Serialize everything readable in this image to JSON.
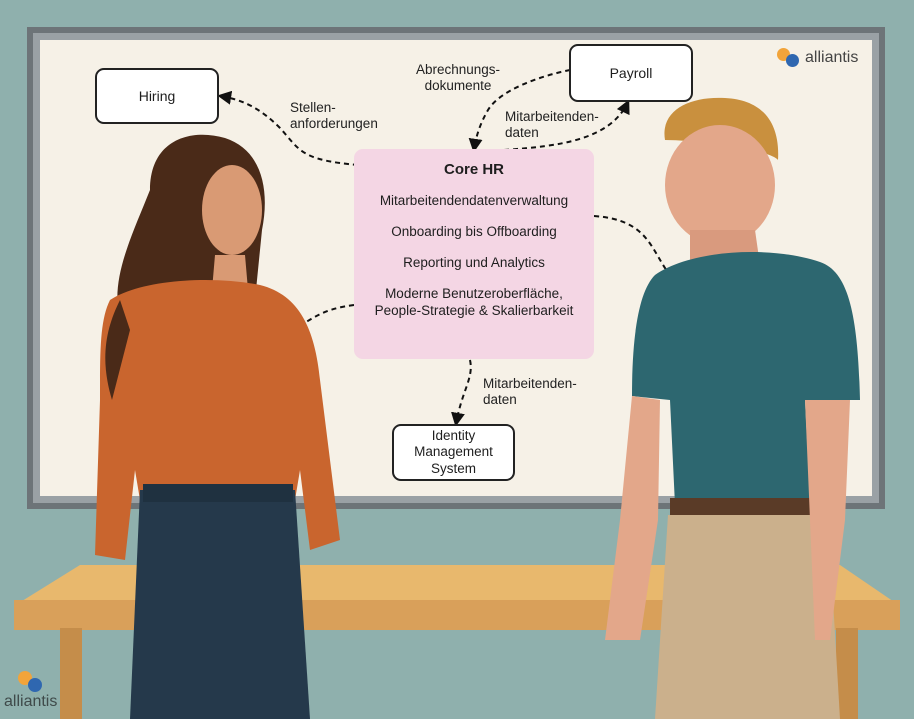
{
  "diagram": {
    "core": {
      "title": "Core HR",
      "items": [
        "Mitarbeitendendatenverwaltung",
        "Onboarding bis Offboarding",
        "Reporting und Analytics",
        "Moderne Benutzeroberfläche,\nPeople-Strategie & Skalierbarkeit"
      ]
    },
    "nodes": {
      "hiring": "Hiring",
      "payroll": "Payroll",
      "identity": "Identity\nManagement\nSystem"
    },
    "edges": {
      "hiring": "Stellen-\nanforderungen",
      "payroll_in": "Abrechnungs-\ndokumente",
      "payroll_out": "Mitarbeitenden-\ndaten",
      "identity": "Mitarbeitenden-\ndaten"
    }
  },
  "brand": {
    "name": "alliantis",
    "colors": {
      "orange": "#f2a43a",
      "blue": "#2f67b0"
    }
  }
}
